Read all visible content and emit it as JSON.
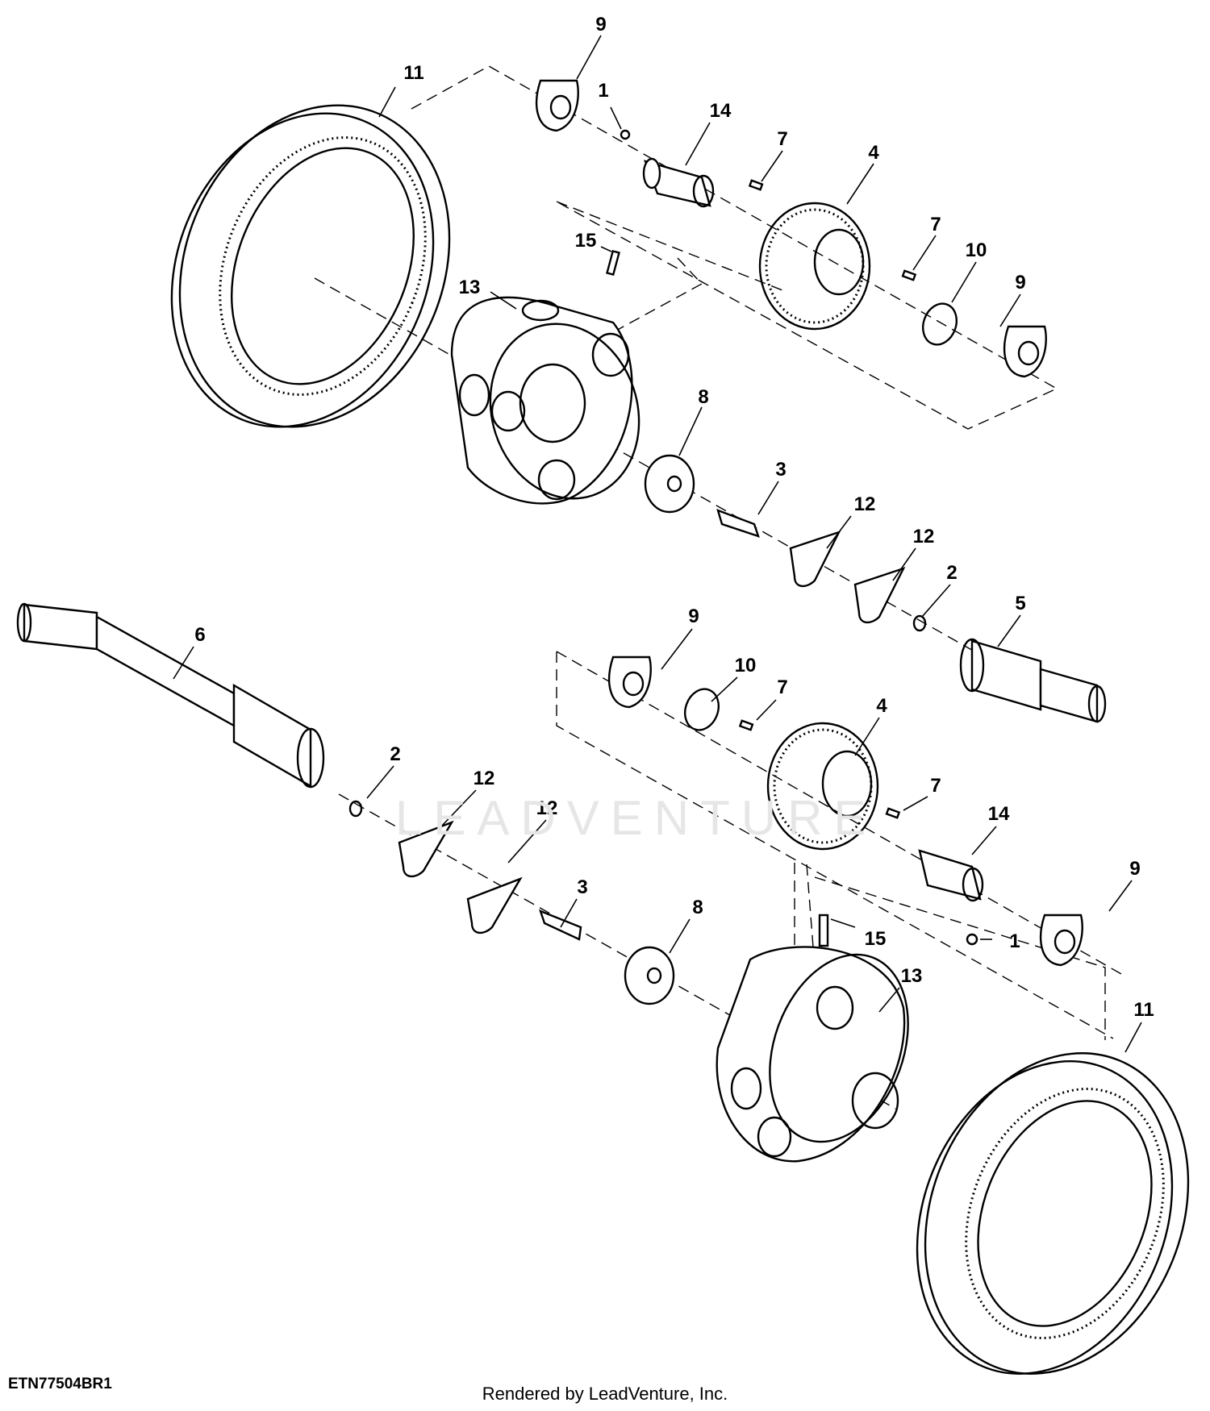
{
  "figure_code": "ETN77504BR1",
  "footer": "Rendered by LeadVenture, Inc.",
  "watermark": "LEADVENTURE",
  "callouts": [
    {
      "id": "c11a",
      "label": "11"
    },
    {
      "id": "c9a",
      "label": "9"
    },
    {
      "id": "c1a",
      "label": "1"
    },
    {
      "id": "c14a",
      "label": "14"
    },
    {
      "id": "c7a",
      "label": "7"
    },
    {
      "id": "c4a",
      "label": "4"
    },
    {
      "id": "c15a",
      "label": "15"
    },
    {
      "id": "c13a",
      "label": "13"
    },
    {
      "id": "c7b",
      "label": "7"
    },
    {
      "id": "c10a",
      "label": "10"
    },
    {
      "id": "c9b",
      "label": "9"
    },
    {
      "id": "c8a",
      "label": "8"
    },
    {
      "id": "c3a",
      "label": "3"
    },
    {
      "id": "c12a",
      "label": "12"
    },
    {
      "id": "c12b",
      "label": "12"
    },
    {
      "id": "c2a",
      "label": "2"
    },
    {
      "id": "c5",
      "label": "5"
    },
    {
      "id": "c6",
      "label": "6"
    },
    {
      "id": "c9c",
      "label": "9"
    },
    {
      "id": "c10b",
      "label": "10"
    },
    {
      "id": "c7c",
      "label": "7"
    },
    {
      "id": "c4b",
      "label": "4"
    },
    {
      "id": "c2b",
      "label": "2"
    },
    {
      "id": "c12c",
      "label": "12"
    },
    {
      "id": "c12d",
      "label": "12"
    },
    {
      "id": "c7d",
      "label": "7"
    },
    {
      "id": "c14b",
      "label": "14"
    },
    {
      "id": "c9d",
      "label": "9"
    },
    {
      "id": "c3b",
      "label": "3"
    },
    {
      "id": "c8b",
      "label": "8"
    },
    {
      "id": "c15b",
      "label": "15"
    },
    {
      "id": "c1b",
      "label": "1"
    },
    {
      "id": "c13b",
      "label": "13"
    },
    {
      "id": "c11b",
      "label": "11"
    }
  ]
}
